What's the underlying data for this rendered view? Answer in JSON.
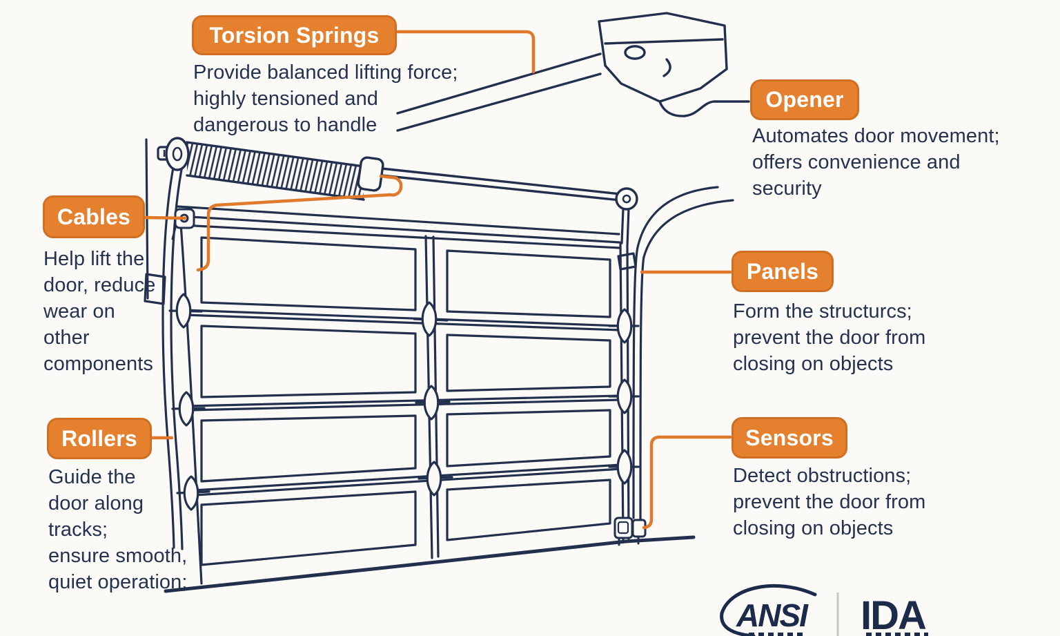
{
  "colors": {
    "accent_orange": "#E5802E",
    "accent_border": "#D06F22",
    "connector_orange": "#E07A2A",
    "line_navy": "#22304E",
    "text_navy": "#243250"
  },
  "callouts": {
    "torsion": {
      "title": "Torsion Springs",
      "desc": "Provide balanced lifting force;\nhighly tensioned and\ndangerous to handle"
    },
    "opener": {
      "title": "Opener",
      "desc": "Automates door movement;\noffers convenience and\nsecurity"
    },
    "cables": {
      "title": "Cables",
      "desc": "Help lift the\ndoor, reduce\nwear on\nother\ncomponents"
    },
    "panels": {
      "title": "Panels",
      "desc": "Form the structurcs;\nprevent the door from\nclosing on objects"
    },
    "rollers": {
      "title": "Rollers",
      "desc": "Guide the\ndoor along\ntracks;\nensure smooth,\nquiet operation;"
    },
    "sensors": {
      "title": "Sensors",
      "desc": "Detect obstructions;\nprevent the door from\nclosing on objects"
    }
  },
  "footer": {
    "ansi_logo": "ANSI",
    "ida_logo": "IDA"
  },
  "diagram": {
    "subject": "Sectional garage door components",
    "component_icons": [
      "torsion-spring-icon",
      "opener-unit-icon",
      "cable-drum-icon",
      "door-panels-icon",
      "roller-icon",
      "photo-eye-sensor-icon",
      "track-icon"
    ]
  }
}
